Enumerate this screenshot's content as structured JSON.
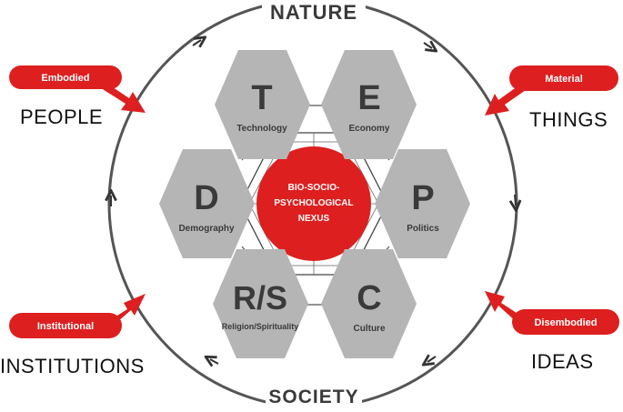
{
  "diagram": {
    "top_label": "NATURE",
    "bottom_label": "SOCIETY",
    "center": {
      "lines": [
        "BIO-SOCIO-",
        "PSYCHOLOGICAL",
        "NEXUS"
      ]
    },
    "hexagons": [
      {
        "key": "technology",
        "letter": "T",
        "label": "Technology"
      },
      {
        "key": "economy",
        "letter": "E",
        "label": "Economy"
      },
      {
        "key": "politics",
        "letter": "P",
        "label": "Politics"
      },
      {
        "key": "culture",
        "letter": "C",
        "label": "Culture"
      },
      {
        "key": "religion",
        "letter": "R/S",
        "label": "Religion/Spirituality"
      },
      {
        "key": "demography",
        "letter": "D",
        "label": "Demography"
      }
    ],
    "callouts": [
      {
        "key": "embodied",
        "badge": "Embodied",
        "word": "PEOPLE"
      },
      {
        "key": "material",
        "badge": "Material",
        "word": "THINGS"
      },
      {
        "key": "institutional",
        "badge": "Institutional",
        "word": "INSTITUTIONS"
      },
      {
        "key": "disembodied",
        "badge": "Disembodied",
        "word": "IDEAS"
      }
    ],
    "colors": {
      "accent_red": "#dd1f1f",
      "hex_gray": "#b5b5b5",
      "ring_gray": "#555555",
      "text_dark": "#3a3a3a"
    }
  }
}
